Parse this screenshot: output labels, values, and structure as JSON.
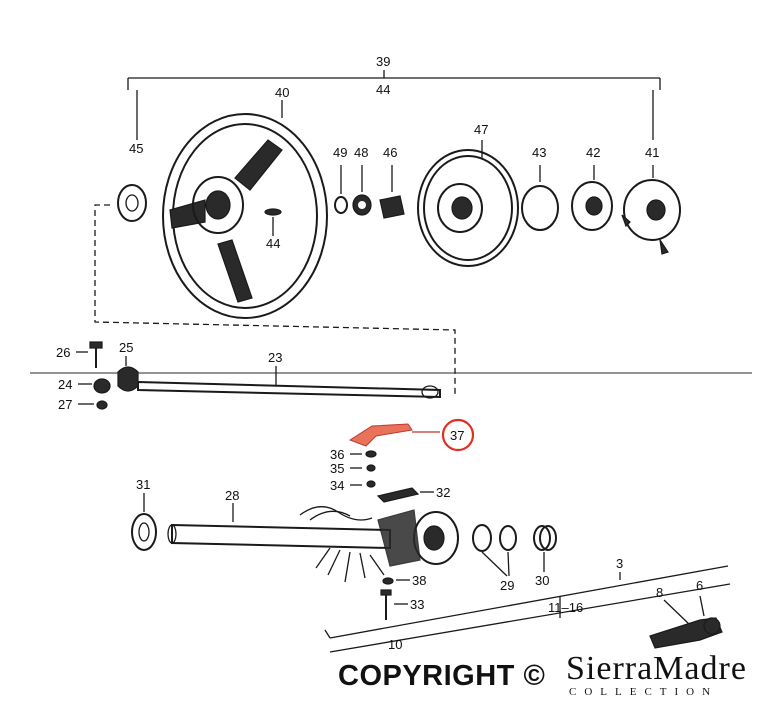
{
  "labels": {
    "p39": "39",
    "p44top": "44",
    "p40": "40",
    "p45": "45",
    "p49": "49",
    "p48": "48",
    "p46": "46",
    "p47": "47",
    "p43": "43",
    "p42": "42",
    "p41": "41",
    "p44mid": "44",
    "p26": "26",
    "p25": "25",
    "p23": "23",
    "p24": "24",
    "p27": "27",
    "p37": "37",
    "p36": "36",
    "p35": "35",
    "p34": "34",
    "p32": "32",
    "p31": "31",
    "p28": "28",
    "p29": "29",
    "p30": "30",
    "p38": "38",
    "p33": "33",
    "p3": "3",
    "p11_16": "11–16",
    "p8": "8",
    "p6": "6",
    "p10": "10"
  },
  "highlight": {
    "color": "#e0301e",
    "fill": "#e8735a"
  },
  "watermark": {
    "copyright": "COPYRIGHT ©",
    "brand": "SierraMadre",
    "brand_sub": "COLLECTION"
  }
}
